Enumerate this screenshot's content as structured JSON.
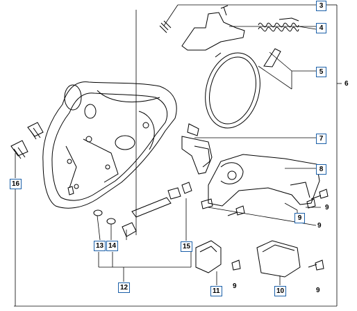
{
  "diagram": {
    "callouts": [
      {
        "id": "c3",
        "label": "3",
        "boxed": true
      },
      {
        "id": "c4",
        "label": "4",
        "boxed": true
      },
      {
        "id": "c5",
        "label": "5",
        "boxed": true
      },
      {
        "id": "c6",
        "label": "6",
        "boxed": false
      },
      {
        "id": "c7",
        "label": "7",
        "boxed": true
      },
      {
        "id": "c8",
        "label": "8",
        "boxed": true
      },
      {
        "id": "c9a",
        "label": "9",
        "boxed": false
      },
      {
        "id": "c9b",
        "label": "9",
        "boxed": true
      },
      {
        "id": "c9c",
        "label": "9",
        "boxed": false
      },
      {
        "id": "c9d",
        "label": "9",
        "boxed": false
      },
      {
        "id": "c9e",
        "label": "9",
        "boxed": false
      },
      {
        "id": "c10",
        "label": "10",
        "boxed": true
      },
      {
        "id": "c11",
        "label": "11",
        "boxed": true
      },
      {
        "id": "c12",
        "label": "12",
        "boxed": true
      },
      {
        "id": "c13",
        "label": "13",
        "boxed": true
      },
      {
        "id": "c14",
        "label": "14",
        "boxed": true
      },
      {
        "id": "c15",
        "label": "15",
        "boxed": true
      },
      {
        "id": "c16",
        "label": "16",
        "boxed": true
      }
    ],
    "colors": {
      "line": "#000000",
      "box_border": "#1a5fa8"
    }
  }
}
